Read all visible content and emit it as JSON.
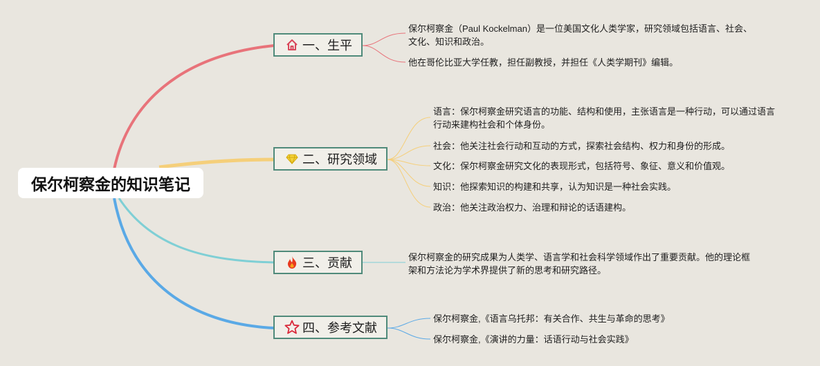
{
  "root": {
    "title": "保尔柯察金的知识笔记"
  },
  "branches": [
    {
      "label": "一、生平",
      "icon": "home-icon",
      "color": "#e8737a",
      "items": [
        "保尔柯察金（Paul Kockelman）是一位美国文化人类学家，研究领域包括语言、社会、文化、知识和政治。",
        "他在哥伦比亚大学任教，担任副教授，并担任《人类学期刊》编辑。"
      ]
    },
    {
      "label": "二、研究领域",
      "icon": "gem-icon",
      "color": "#f5cf7a",
      "items": [
        "语言：保尔柯察金研究语言的功能、结构和使用，主张语言是一种行动，可以通过语言行动来建构社会和个体身份。",
        "社会：他关注社会行动和互动的方式，探索社会结构、权力和身份的形成。",
        "文化：保尔柯察金研究文化的表现形式，包括符号、象征、意义和价值观。",
        "知识：他探索知识的构建和共享，认为知识是一种社会实践。",
        "政治：他关注政治权力、治理和辩论的话语建构。"
      ]
    },
    {
      "label": "三、贡献",
      "icon": "fire-icon",
      "color": "#7fcfd5",
      "items": [
        "保尔柯察金的研究成果为人类学、语言学和社会科学领域作出了重要贡献。他的理论框架和方法论为学术界提供了新的思考和研究路径。"
      ]
    },
    {
      "label": "四、参考文献",
      "icon": "star-icon",
      "color": "#5aa9e6",
      "items": [
        "保尔柯察金,《语言乌托邦：有关合作、共生与革命的思考》",
        "保尔柯察金,《演讲的力量：话语行动与社会实践》"
      ]
    }
  ]
}
